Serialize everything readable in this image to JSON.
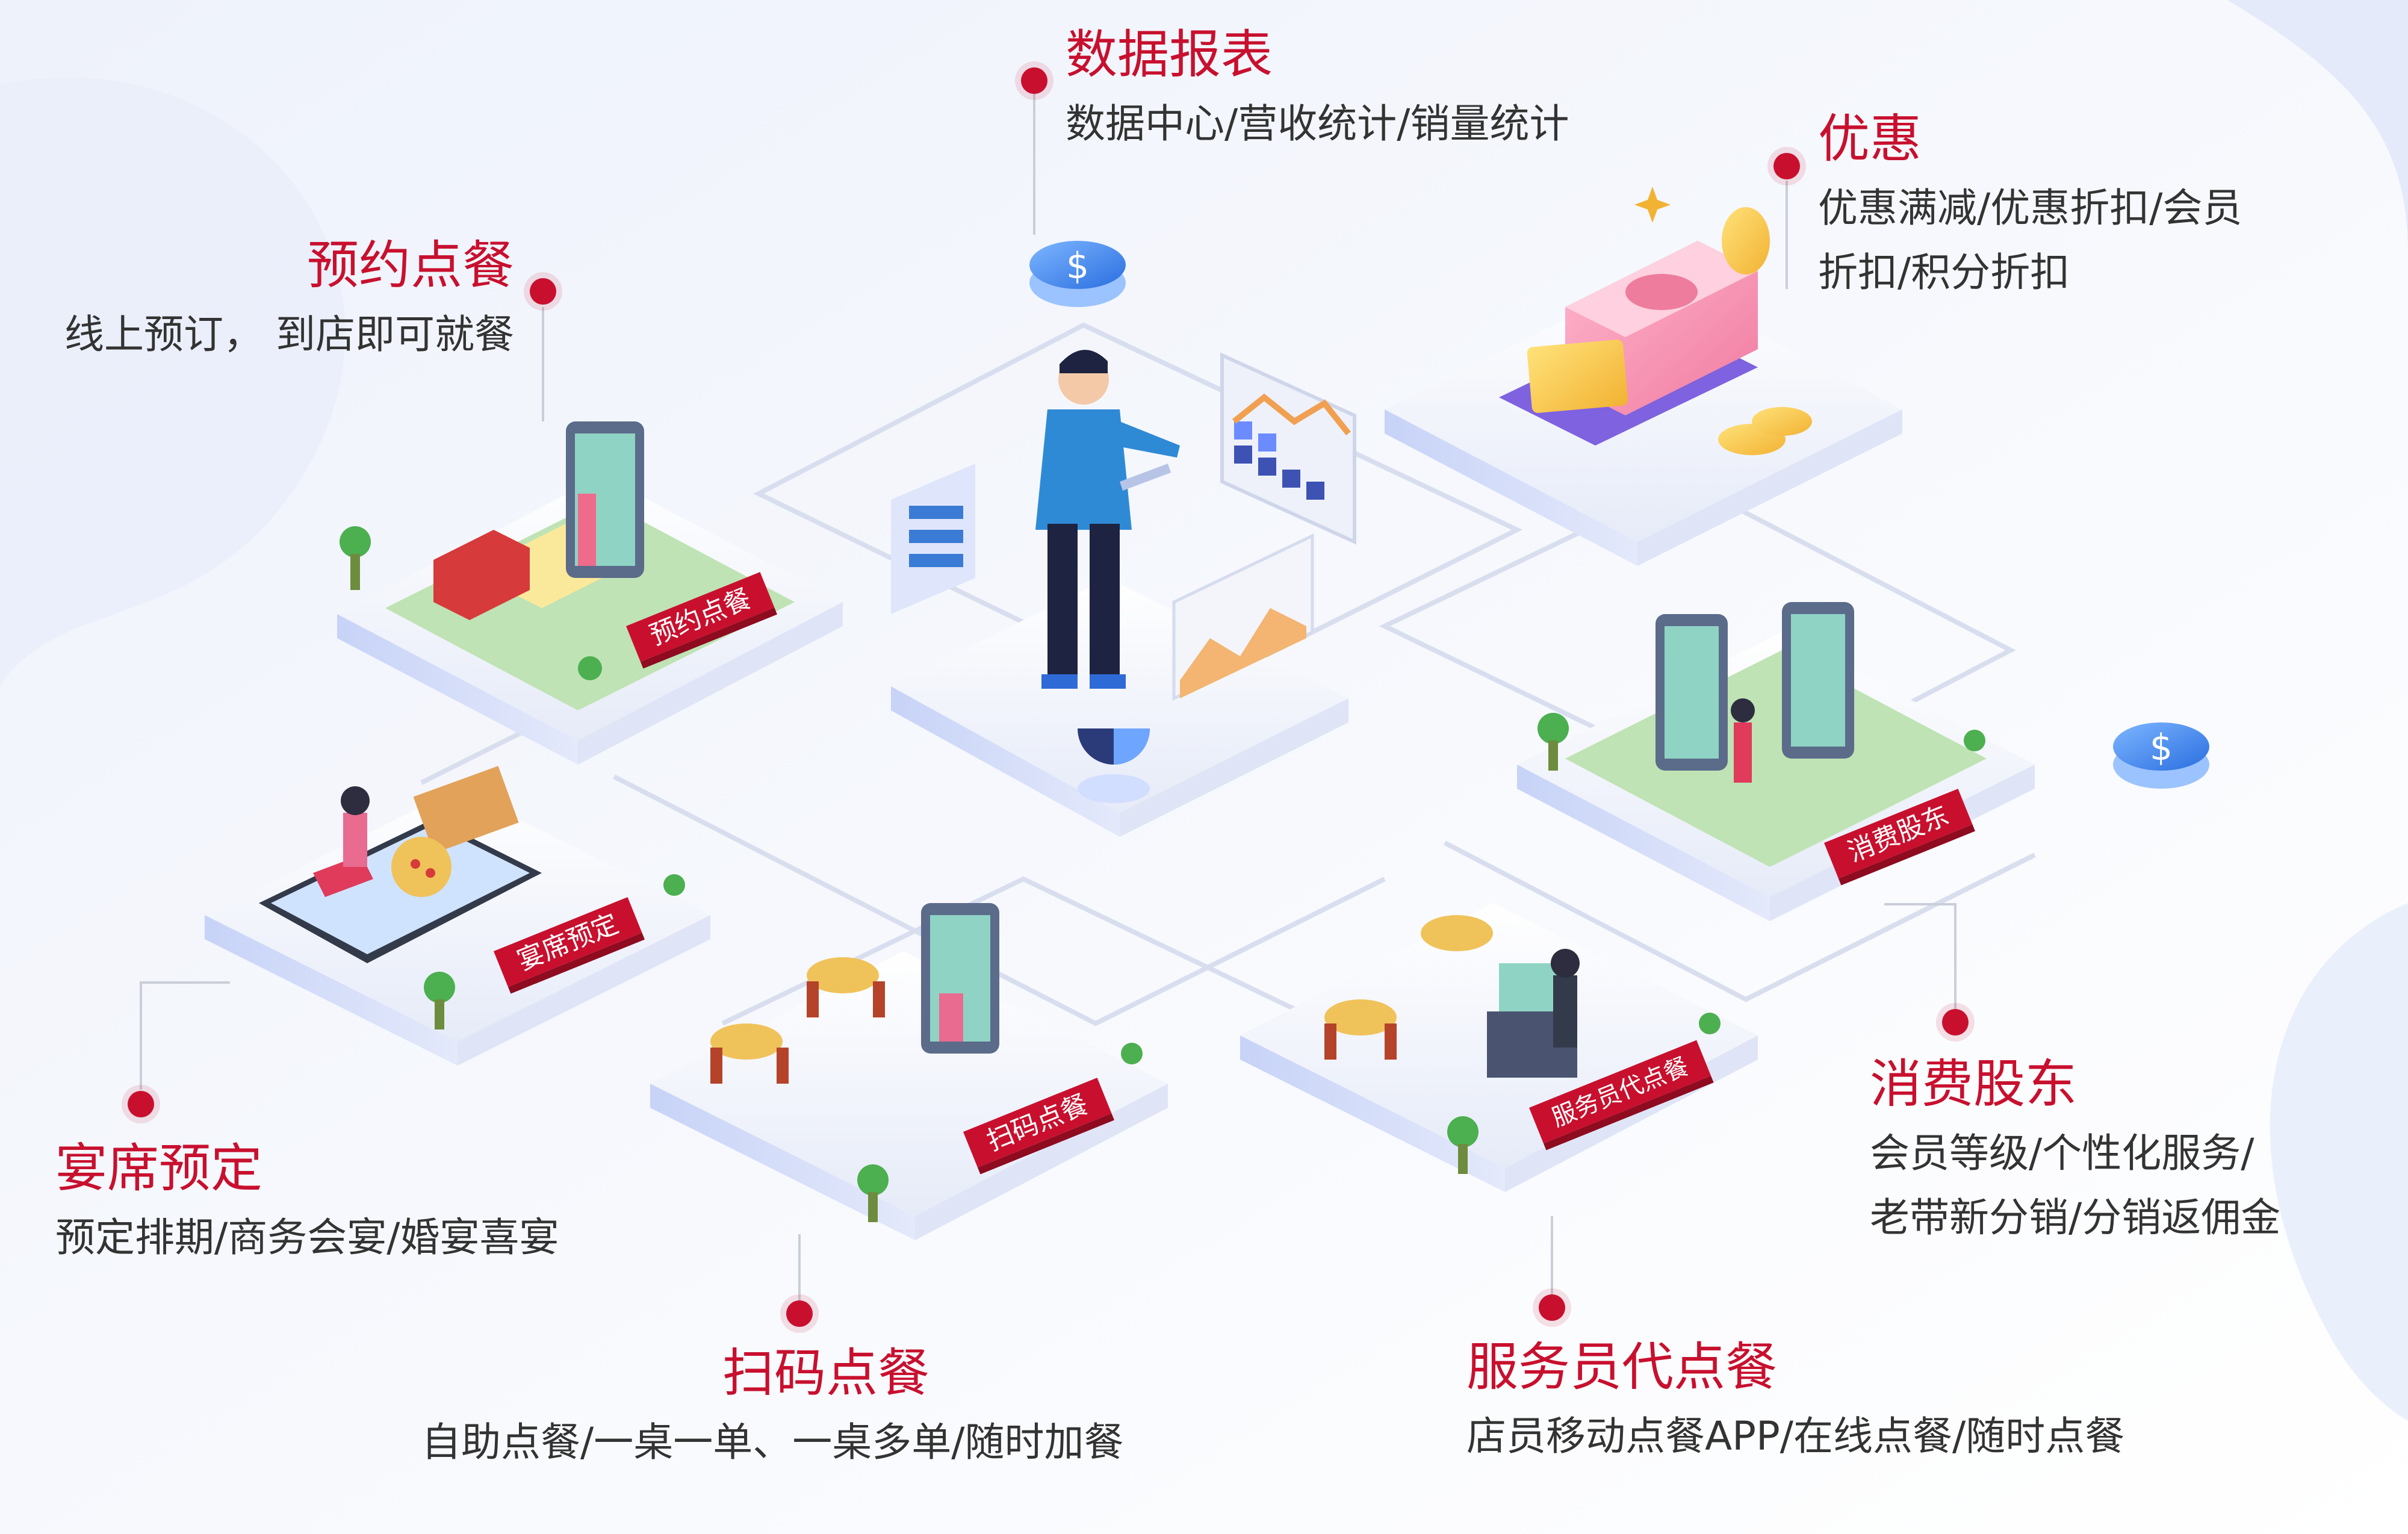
{
  "accent_color": "#c8102e",
  "features": [
    {
      "key": "data-report",
      "title": "数据报表",
      "desc": [
        "数据中心/营收统计/销量统计"
      ],
      "icon": "bar-chart-icon"
    },
    {
      "key": "discount",
      "title": "优惠",
      "desc": [
        "优惠满减/优惠折扣/会员",
        "折扣/积分折扣"
      ],
      "icon": "money-stack-icon"
    },
    {
      "key": "reserve-order",
      "title": "预约点餐",
      "desc": [
        "线上预订， 到店即可就餐"
      ],
      "icon": "tablet-order-icon"
    },
    {
      "key": "banquet",
      "title": "宴席预定",
      "desc": [
        "预定排期/商务会宴/婚宴喜宴"
      ],
      "icon": "smartphone-pizza-icon"
    },
    {
      "key": "scan-order",
      "title": "扫码点餐",
      "desc": [
        "自助点餐/一桌一单、一桌多单/随时加餐"
      ],
      "icon": "qr-table-icon"
    },
    {
      "key": "waiter-order",
      "title": "服务员代点餐",
      "desc": [
        "店员移动点餐APP/在线点餐/随时点餐"
      ],
      "icon": "waiter-terminal-icon"
    },
    {
      "key": "shareholder",
      "title": "消费股东",
      "desc": [
        "会员等级/个性化服务/",
        "老带新分销/分销返佣金"
      ],
      "icon": "kiosk-people-icon"
    }
  ],
  "tiles": [
    {
      "key": "reserve-order",
      "sign": "预约点餐"
    },
    {
      "key": "banquet",
      "sign": "宴席预定"
    },
    {
      "key": "scan-order",
      "sign": "扫码点餐"
    },
    {
      "key": "waiter-order",
      "sign": "服务员代点餐"
    },
    {
      "key": "shareholder",
      "sign": "消费股东"
    }
  ],
  "coin_symbol": "$"
}
